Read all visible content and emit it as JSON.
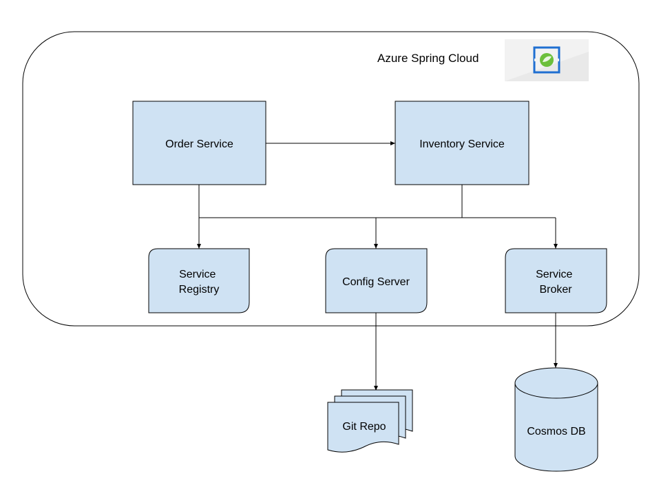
{
  "colors": {
    "node_fill": "#cfe2f3",
    "stroke": "#000000",
    "background": "#ffffff",
    "logo_blue": "#1f6fd1",
    "logo_green": "#6cbf3b"
  },
  "container": {
    "title": "Azure Spring Cloud",
    "logo_icon": "azure-spring-cloud-icon"
  },
  "nodes": {
    "order_service": "Order Service",
    "inventory_service": "Inventory Service",
    "service_registry": [
      "Service",
      "Registry"
    ],
    "config_server": "Config Server",
    "service_broker": [
      "Service",
      "Broker"
    ],
    "git_repo": "Git Repo",
    "cosmos_db": "Cosmos DB"
  }
}
